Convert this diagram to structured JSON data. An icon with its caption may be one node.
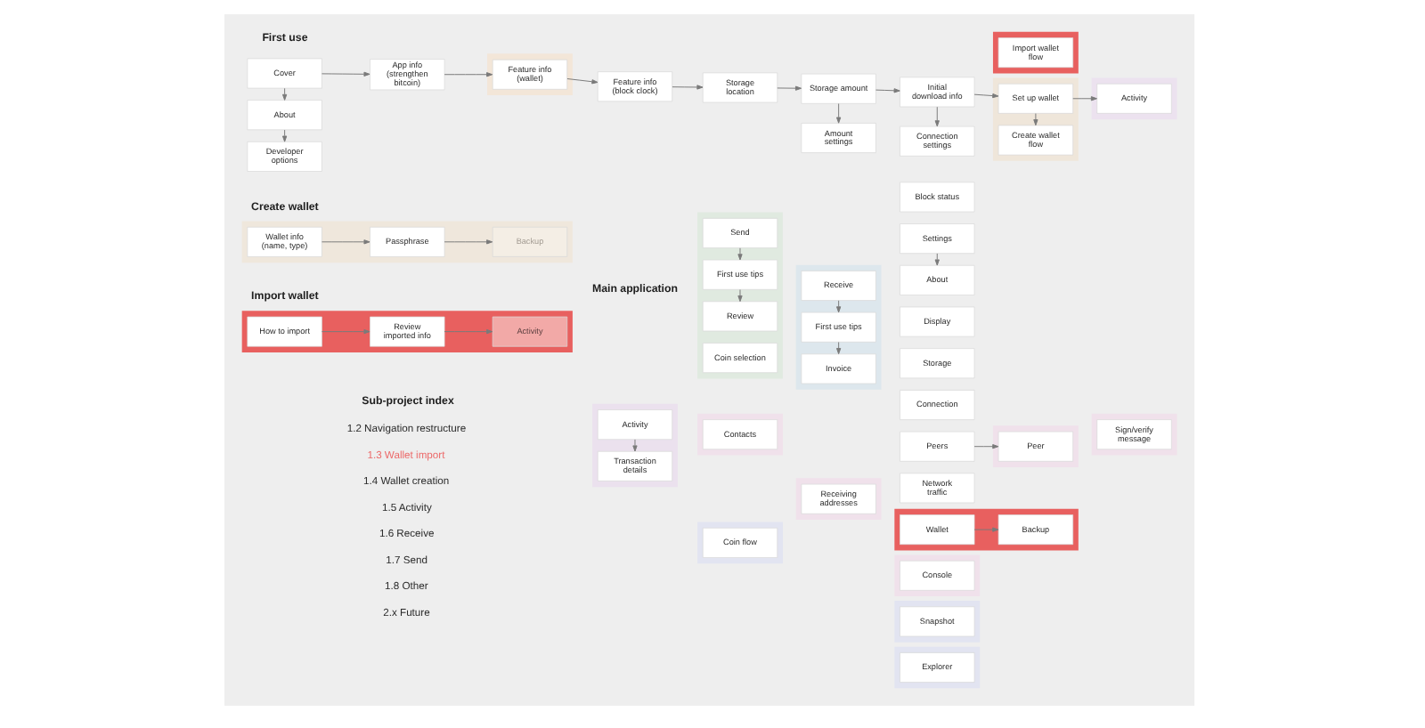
{
  "diagram": {
    "nodes": [
      {
        "text": [
          "Cover"
        ]
      },
      {
        "text": [
          "About"
        ]
      },
      {
        "text": [
          "Developer options"
        ]
      },
      {
        "text": [
          "App info (strengthen bitcoin)"
        ]
      },
      {
        "text": [],
        "shape": "band"
      },
      {
        "text": [
          "Feature info (wallet)"
        ],
        "in": 4
      },
      {
        "text": [
          "Feature info (block clock)"
        ]
      },
      {
        "text": [
          "Storage location"
        ]
      },
      {
        "text": [
          "Storage amount"
        ]
      },
      {
        "text": [
          "Amount settings"
        ]
      },
      {
        "text": [
          "Initial download info"
        ]
      },
      {
        "text": [
          "Connection settings"
        ]
      },
      {
        "text": [],
        "shape": "band"
      },
      {
        "text": [
          "Set up wallet"
        ],
        "in": 12
      },
      {
        "text": [
          "Create wallet flow"
        ],
        "in": 12
      },
      {
        "text": [],
        "shape": "band"
      },
      {
        "text": [
          "Import wallet flow"
        ],
        "in": 15
      },
      {
        "text": [],
        "shape": "band"
      },
      {
        "text": [
          "Activity"
        ],
        "in": 17
      },
      {
        "text": [],
        "shape": "band"
      },
      {
        "text": [
          "Wallet info (name, type)"
        ],
        "in": 19
      },
      {
        "text": [
          "Passphrase"
        ],
        "in": 19
      },
      {
        "text": [
          "Backup"
        ],
        "in": 19
      },
      {
        "text": [],
        "shape": "band"
      },
      {
        "text": [
          "How to import"
        ],
        "in": 23
      },
      {
        "text": [
          "Review imported info"
        ],
        "in": 23
      },
      {
        "text": [
          "Activity"
        ],
        "in": 23
      },
      {
        "text": [],
        "shape": "band"
      },
      {
        "text": [
          "Activity"
        ],
        "in": 27
      },
      {
        "text": [
          "Transaction details"
        ],
        "in": 27
      },
      {
        "text": [],
        "shape": "band"
      },
      {
        "text": [
          "Send"
        ],
        "in": 30
      },
      {
        "text": [
          "First use tips"
        ],
        "in": 30
      },
      {
        "text": [
          "Review"
        ],
        "in": 30
      },
      {
        "text": [
          "Coin selection"
        ],
        "in": 30
      },
      {
        "text": [],
        "shape": "band"
      },
      {
        "text": [
          "Contacts"
        ],
        "in": 35
      },
      {
        "text": [],
        "shape": "band"
      },
      {
        "text": [
          "Coin flow"
        ],
        "in": 37
      },
      {
        "text": [],
        "shape": "band"
      },
      {
        "text": [
          "Receive"
        ],
        "in": 39
      },
      {
        "text": [
          "First use tips"
        ],
        "in": 39
      },
      {
        "text": [
          "Invoice"
        ],
        "in": 39
      },
      {
        "text": [],
        "shape": "band"
      },
      {
        "text": [
          "Receiving addresses"
        ],
        "in": 43
      },
      {
        "text": [
          "Block status"
        ]
      },
      {
        "text": [
          "Settings"
        ]
      },
      {
        "text": [
          "About"
        ]
      },
      {
        "text": [
          "Display"
        ]
      },
      {
        "text": [
          "Storage"
        ]
      },
      {
        "text": [
          "Connection"
        ]
      },
      {
        "text": [
          "Peers"
        ]
      },
      {
        "text": [],
        "shape": "band"
      },
      {
        "text": [
          "Peer"
        ],
        "in": 52
      },
      {
        "text": [
          "Network traffic"
        ]
      },
      {
        "text": [],
        "shape": "band"
      },
      {
        "text": [
          "Wallet"
        ],
        "in": 55
      },
      {
        "text": [
          "Backup"
        ],
        "in": 55
      },
      {
        "text": [],
        "shape": "band"
      },
      {
        "text": [
          "Sign/verify message"
        ],
        "in": 58
      },
      {
        "text": [],
        "shape": "band"
      },
      {
        "text": [
          "Console"
        ],
        "in": 60
      },
      {
        "text": [],
        "shape": "band"
      },
      {
        "text": [
          "Snapshot"
        ],
        "in": 62
      },
      {
        "text": [],
        "shape": "band"
      },
      {
        "text": [
          "Explorer"
        ],
        "in": 64
      }
    ],
    "edges": [
      {
        "from": 0,
        "to": 3,
        "arrow": "to"
      },
      {
        "from": 3,
        "to": 5,
        "arrow": "to"
      },
      {
        "from": 5,
        "to": 6,
        "arrow": "to"
      },
      {
        "from": 6,
        "to": 7,
        "arrow": "to"
      },
      {
        "from": 7,
        "to": 8,
        "arrow": "to"
      },
      {
        "from": 8,
        "to": 10,
        "arrow": "to"
      },
      {
        "from": 10,
        "to": 13,
        "arrow": "to"
      },
      {
        "from": 13,
        "to": 18,
        "arrow": "to"
      },
      {
        "from": 0,
        "to": 1,
        "arrow": "to"
      },
      {
        "from": 1,
        "to": 2,
        "arrow": "to"
      },
      {
        "from": 8,
        "to": 9,
        "arrow": "to"
      },
      {
        "from": 10,
        "to": 11,
        "arrow": "to"
      },
      {
        "from": 13,
        "to": 14,
        "arrow": "to"
      },
      {
        "from": 20,
        "to": 21,
        "arrow": "to"
      },
      {
        "from": 21,
        "to": 22,
        "arrow": "to"
      },
      {
        "from": 24,
        "to": 25,
        "arrow": "to"
      },
      {
        "from": 25,
        "to": 26,
        "arrow": "to"
      },
      {
        "from": 28,
        "to": 29,
        "arrow": "to"
      },
      {
        "from": 31,
        "to": 32,
        "arrow": "to"
      },
      {
        "from": 32,
        "to": 33,
        "arrow": "to"
      },
      {
        "from": 40,
        "to": 41,
        "arrow": "to"
      },
      {
        "from": 41,
        "to": 42,
        "arrow": "to"
      },
      {
        "from": 46,
        "to": 47,
        "arrow": "to"
      },
      {
        "from": 51,
        "to": 53,
        "arrow": "to"
      },
      {
        "from": 56,
        "to": 57,
        "arrow": "to"
      }
    ],
    "labels": [
      "First use",
      "Main application",
      "Create wallet",
      "Import wallet",
      "Sub-project index",
      "1.2 Navigation restructure",
      "1.3 Wallet import",
      "1.4 Wallet creation",
      "1.5 Activity",
      "1.6 Receive",
      "1.7 Send",
      "1.8 Other",
      "2.x Future"
    ]
  }
}
